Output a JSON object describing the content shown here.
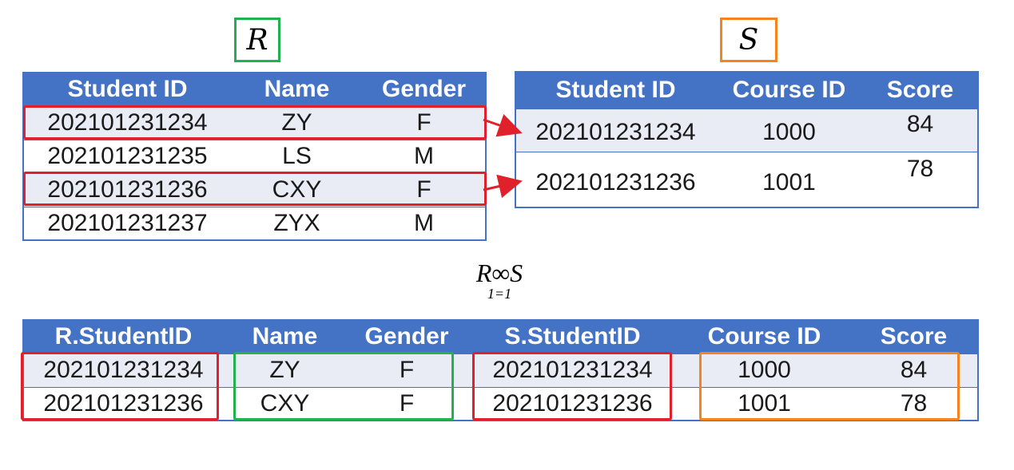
{
  "relation_r": {
    "label": "R",
    "headers": [
      "Student ID",
      "Name",
      "Gender"
    ],
    "rows": [
      [
        "202101231234",
        "ZY",
        "F"
      ],
      [
        "202101231235",
        "LS",
        "M"
      ],
      [
        "202101231236",
        "CXY",
        "F"
      ],
      [
        "202101231237",
        "ZYX",
        "M"
      ]
    ]
  },
  "relation_s": {
    "label": "S",
    "headers": [
      "Student ID",
      "Course ID",
      "Score"
    ],
    "rows": [
      [
        "202101231234",
        "1000",
        "84"
      ],
      [
        "202101231236",
        "1001",
        "78"
      ]
    ]
  },
  "join": {
    "left": "R",
    "symbol": "∞",
    "right": "S",
    "condition": "1=1"
  },
  "result": {
    "headers": [
      "R.StudentID",
      "Name",
      "Gender",
      "S.StudentID",
      "Course ID",
      "Score"
    ],
    "rows": [
      [
        "202101231234",
        "ZY",
        "F",
        "202101231234",
        "1000",
        "84"
      ],
      [
        "202101231236",
        "CXY",
        "F",
        "202101231236",
        "1001",
        "78"
      ]
    ]
  },
  "colors": {
    "header_blue": "#4472c4",
    "band": "#e9ebf5",
    "highlight_red": "#e0202b",
    "highlight_green": "#22b14c",
    "highlight_orange": "#f5841f"
  }
}
